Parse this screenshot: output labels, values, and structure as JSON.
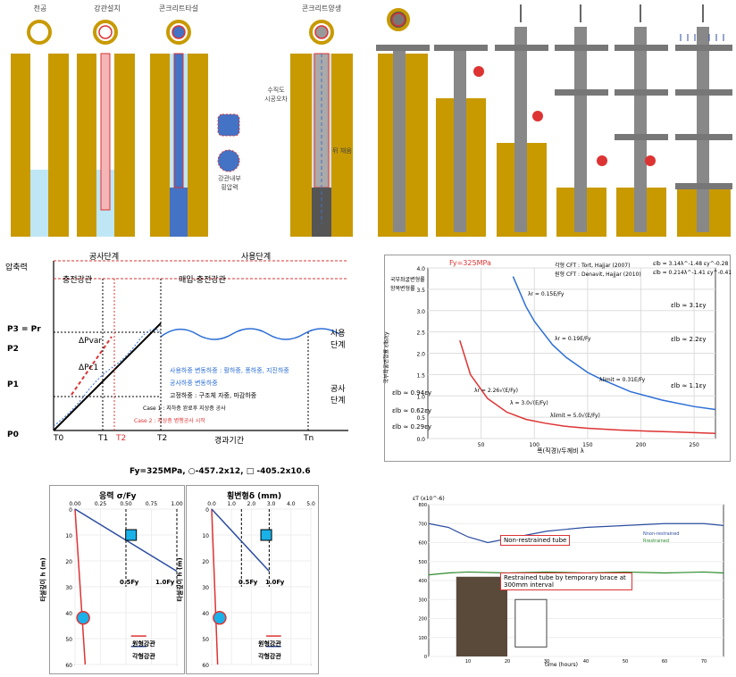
{
  "p1": {
    "titles": [
      "천공",
      "강관설치",
      "콘크리트타설",
      "콘크리트양생"
    ],
    "note_verticality": "수직도\n시공오차",
    "note_backfill": "뒤 채움",
    "note_pressure": "강관내부\n횡압력"
  },
  "p3": {
    "ylabel": "압축력",
    "xlabel": "경과기간",
    "phase_construction": "공사단계",
    "phase_service": "사용단계",
    "sub_fill": "충전강관",
    "sub_buried": "매입-충전강관",
    "y_ticks": [
      "P3 = Pr",
      "P2",
      "P1",
      "P0"
    ],
    "x_ticks": [
      "T0",
      "T1",
      "T2",
      "T2",
      "Tn"
    ],
    "dp_var": "ΔPvar",
    "dp_c1": "ΔPc1",
    "side_service": "사용\n단계",
    "side_construction": "공사\n단계",
    "leg_service": "사용하중 변동하중 : 활하중, 풍하중, 지진하중",
    "leg_const": "공사하중 변동하중",
    "leg_fixed": "고정하중 : 구조체 자중, 마감하중",
    "case1": "Case 1 : 지하층 완료후 지상층 공사",
    "case2": "Case 2 : 지상층 병행공사 시작"
  },
  "p4": {
    "fy_label": "Fy=325MPa",
    "ylabel": "국부좌굴변형률 εlb/εy",
    "ylabel_top": "국부좌굴변형률",
    "ylabel_sub": "항복변형률",
    "xlabel": "폭(직경)/두께비 λ",
    "legend_line1": "각형 CFT : Tort, Hajjar (2007)",
    "legend_line2": "원형 CFT : Denavit, Hajjar (2010)",
    "eq1": "εlb = 3.14λ^-1.48 εy^-0.28",
    "eq2": "εlb = 0.214λ^-1.41 εy^-0.41",
    "ann_left": [
      "εlb ≈ 0.94εy",
      "εlb ≈ 0.62εy",
      "εlb ≈ 0.29εy"
    ],
    "ann_right": [
      "εlb ≈ 3.1εy",
      "εlb ≈ 2.2εy",
      "εlb ≈ 1.1εy"
    ],
    "lambda_labels": [
      "λr = 0.15E/Fy",
      "λr = 0.19E/Fy",
      "λlimit = 0.31E/Fy",
      "λr = 2.26√(E/Fy)",
      "λ = 3.0√(E/Fy)",
      "λlimit = 5.0√(E/Fy)"
    ],
    "x_marks": [
      "56",
      "74",
      "92",
      "117",
      "128",
      "124",
      "162",
      "190"
    ]
  },
  "p5": {
    "title": "Fy=325MPa, ○-457.2x12, □ -405.2x10.6",
    "left_title": "응력 σ/Fy",
    "right_title": "횡변형δ (mm)",
    "ylabel": "타설깊이 h (m)",
    "label_half": "0.5Fy",
    "label_full": "1.0Fy",
    "legend_circ": "원형강관",
    "legend_sq": "각형강관"
  },
  "p6": {
    "ylabel": "εT (x10^-6)",
    "xlabel": "time (hours)",
    "label_nr": "Non-restrained tube",
    "label_r": "Restrained tube by temporary brace at 300mm interval",
    "legend_nr": "Nnon-restrained",
    "legend_r": "Rrestrained"
  },
  "chart_data": [
    {
      "type": "line",
      "title": "",
      "xlabel": "폭(직경)/두께비 λ",
      "ylabel": "εlb/εy",
      "xlim": [
        0,
        270
      ],
      "ylim": [
        0,
        4.0
      ],
      "x_ticks": [
        50,
        100,
        150,
        200,
        250
      ],
      "y_ticks": [
        0.0,
        0.5,
        1.0,
        1.5,
        2.0,
        2.5,
        3.0,
        3.5,
        4.0
      ],
      "series": [
        {
          "name": "각형 CFT",
          "x": [
            30,
            40,
            56,
            74,
            92,
            110,
            128,
            150,
            180,
            210,
            250,
            270
          ],
          "y": [
            2.3,
            1.5,
            0.94,
            0.62,
            0.45,
            0.36,
            0.29,
            0.24,
            0.2,
            0.17,
            0.14,
            0.12
          ]
        },
        {
          "name": "원형 CFT",
          "x": [
            80,
            92,
            100,
            117,
            130,
            150,
            162,
            190,
            220,
            250,
            270
          ],
          "y": [
            3.8,
            3.1,
            2.75,
            2.2,
            1.9,
            1.55,
            1.4,
            1.1,
            0.9,
            0.75,
            0.68
          ]
        }
      ]
    },
    {
      "type": "line",
      "title": "응력 σ/Fy",
      "xlabel": "응력 σ/Fy",
      "ylabel": "타설깊이 h (m)",
      "xlim": [
        0,
        1.0
      ],
      "ylim": [
        0,
        60
      ],
      "x_ticks": [
        0.0,
        0.25,
        0.5,
        0.75,
        1.0
      ],
      "y_ticks": [
        0,
        10,
        20,
        30,
        40,
        50,
        60
      ],
      "series": [
        {
          "name": "원형강관",
          "x": [
            0,
            0.1
          ],
          "y": [
            0,
            60
          ]
        },
        {
          "name": "각형강관",
          "x": [
            0,
            1.0
          ],
          "y": [
            0,
            24
          ]
        }
      ]
    },
    {
      "type": "line",
      "title": "횡변형δ (mm)",
      "xlabel": "횡변형δ (mm)",
      "ylabel": "타설깊이 h (m)",
      "xlim": [
        0,
        5.0
      ],
      "ylim": [
        0,
        60
      ],
      "x_ticks": [
        0.0,
        1.0,
        2.0,
        3.0,
        4.0,
        5.0
      ],
      "y_ticks": [
        0,
        10,
        20,
        30,
        40,
        50,
        60
      ],
      "series": [
        {
          "name": "원형강관",
          "x": [
            0,
            0.3
          ],
          "y": [
            0,
            60
          ]
        },
        {
          "name": "각형강관",
          "x": [
            0,
            2.9
          ],
          "y": [
            0,
            24
          ]
        }
      ]
    },
    {
      "type": "line",
      "title": "",
      "xlabel": "time (hours)",
      "ylabel": "εT (x10^-6)",
      "xlim": [
        0,
        75
      ],
      "ylim": [
        0,
        800
      ],
      "x_ticks": [
        10,
        20,
        30,
        40,
        50,
        60,
        70
      ],
      "y_ticks": [
        0,
        100,
        200,
        300,
        400,
        500,
        600,
        700,
        800
      ],
      "series": [
        {
          "name": "Nnon-restrained",
          "x": [
            0,
            5,
            10,
            15,
            20,
            30,
            40,
            50,
            60,
            70,
            75
          ],
          "y": [
            700,
            680,
            630,
            600,
            620,
            660,
            680,
            690,
            700,
            700,
            690
          ]
        },
        {
          "name": "Rrestrained",
          "x": [
            0,
            5,
            10,
            20,
            30,
            40,
            50,
            60,
            70,
            75
          ],
          "y": [
            430,
            440,
            445,
            440,
            445,
            440,
            445,
            440,
            445,
            440
          ]
        }
      ]
    }
  ]
}
